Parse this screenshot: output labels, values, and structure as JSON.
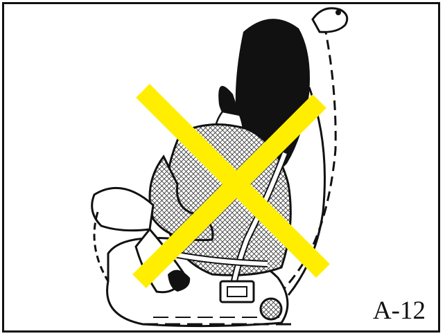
{
  "figure": {
    "code_label": "A-12",
    "cross_mark_color": "#ffee00",
    "line_color": "#111111",
    "fill_color": "#ffffff",
    "icons": [
      "crossed-out-mark",
      "seat-belt-buckle"
    ]
  }
}
